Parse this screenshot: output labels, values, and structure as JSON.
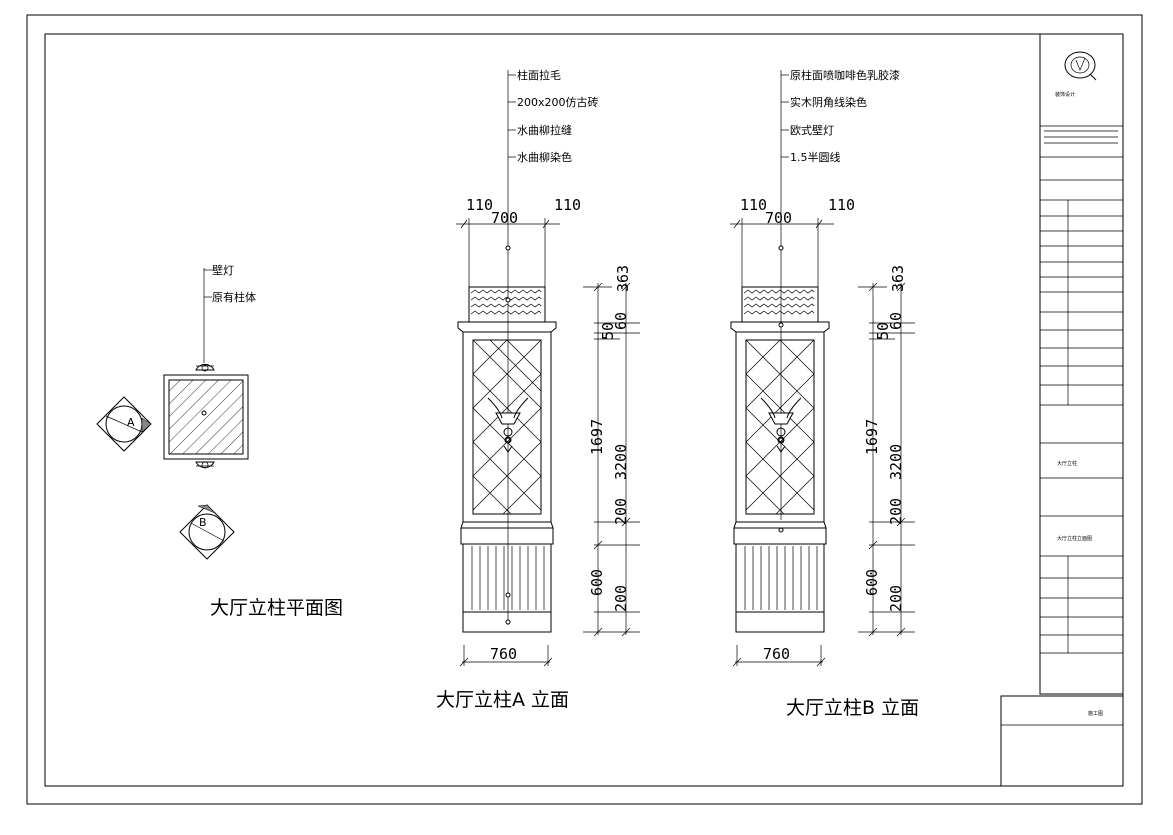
{
  "plan": {
    "title": "大厅立柱平面图",
    "notes": [
      "壁灯",
      "原有柱体"
    ],
    "marker_a": "A",
    "marker_b": "B"
  },
  "elevation_a": {
    "title": "大厅立柱A 立面",
    "notes": [
      "柱面拉毛",
      "200x200仿古砖",
      "水曲柳拉缝",
      "水曲柳染色"
    ],
    "dims": {
      "top_left": "110",
      "top_mid": "700",
      "top_right": "110",
      "bottom": "760",
      "v1697": "1697",
      "v3200": "3200",
      "v200a": "200",
      "v600": "600",
      "v200b": "200",
      "v363": "363",
      "v50": "50",
      "v60": "60"
    }
  },
  "elevation_b": {
    "title": "大厅立柱B 立面",
    "notes": [
      "原柱面喷咖啡色乳胶漆",
      "实木阴角线染色",
      "欧式壁灯",
      "1.5半圆线"
    ],
    "dims": {
      "top_left": "110",
      "top_mid": "700",
      "top_right": "110",
      "bottom": "760",
      "v1697": "1697",
      "v3200": "3200",
      "v200a": "200",
      "v600": "600",
      "v200b": "200",
      "v363": "363",
      "v50": "50",
      "v60": "60"
    }
  },
  "title_block": {
    "company": "装饰设计",
    "project": "大厅立柱",
    "drawing": "大厅立柱立面图",
    "sheet": "施工图"
  }
}
